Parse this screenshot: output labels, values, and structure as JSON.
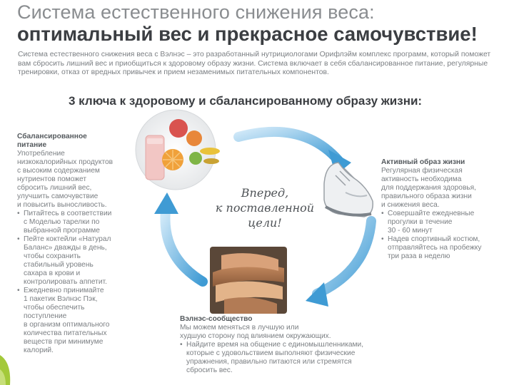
{
  "header": {
    "title_line1": "Система естественного снижения веса:",
    "title_line2": "оптимальный вес и прекрасное самочувствие!"
  },
  "intro": "Система естественного снижения веса с Вэлнэс – это разработанный нутрициологами Орифлэйм комплекс программ, который поможет вам сбросить лишний вес и приобщиться к здоровому образу жизни. Система включает в себя сбалансированное питание, регулярные тренировки, отказ от вредных привычек и прием незаменимых питательных компонентов.",
  "keys_heading": "3 ключа к здоровому и сбалансированному образу жизни:",
  "center_text": {
    "line1": "Вперед,",
    "line2": "к поставленной",
    "line3": "цели!"
  },
  "nutrition": {
    "heading_line1": "Сбалансированное",
    "heading_line2": "питание",
    "body": [
      "Употребление",
      "низкокалорийных продуктов",
      "с высоким содержанием",
      "нутриентов поможет",
      "сбросить лишний вес,",
      "улучшить самочувствие",
      "и повысить выносливость."
    ],
    "bullets": [
      [
        "Питайтесь в соответствии",
        "с Моделью тарелки по",
        "выбранной программе"
      ],
      [
        "Пейте коктейли «Натурал",
        "Баланс» дважды в день,",
        "чтобы сохранить",
        "стабильный уровень",
        "сахара в крови и",
        "контролировать аппетит."
      ],
      [
        "Ежедневно принимайте",
        "1 пакетик Вэлнэс Пэк,",
        "чтобы обеспечить",
        "поступление",
        "в организм оптимального",
        "количества питательных",
        "веществ при минимуме",
        "калорий."
      ]
    ]
  },
  "activity": {
    "heading": "Активный образ жизни",
    "body": [
      "Регулярная физическая",
      "активность необходима",
      "для поддержания здоровья,",
      "правильного образа жизни",
      "и снижения веса."
    ],
    "bullets": [
      [
        "Совершайте ежедневные",
        "прогулки в течение",
        "30 - 60 минут"
      ],
      [
        "Надев спортивный костюм,",
        "отправляйтесь на пробежку",
        "три раза в неделю"
      ]
    ]
  },
  "community": {
    "heading": "Вэлнэс-сообщество",
    "body": [
      "Мы можем меняться в лучшую или",
      "худшую сторону под влиянием окружающих."
    ],
    "bullets": [
      [
        "Найдите время на общение с единомышленниками,",
        "которые с удовольствием выполняют физические",
        "упражнения, правильно питаются или стремятся",
        "сбросить вес."
      ]
    ]
  },
  "colors": {
    "title_light": "#8a8d90",
    "title_dark": "#3b3e42",
    "text": "#7b7f83",
    "arrow_blue": "#3f9bd4",
    "arrow_light": "#a9d5f0",
    "accent_green": "#a3c93a"
  },
  "icons": {
    "food": "food-plate-photo",
    "shoe": "running-shoe-photo",
    "hands": "stacked-hands-photo",
    "arrows": "cycle-arrows"
  }
}
